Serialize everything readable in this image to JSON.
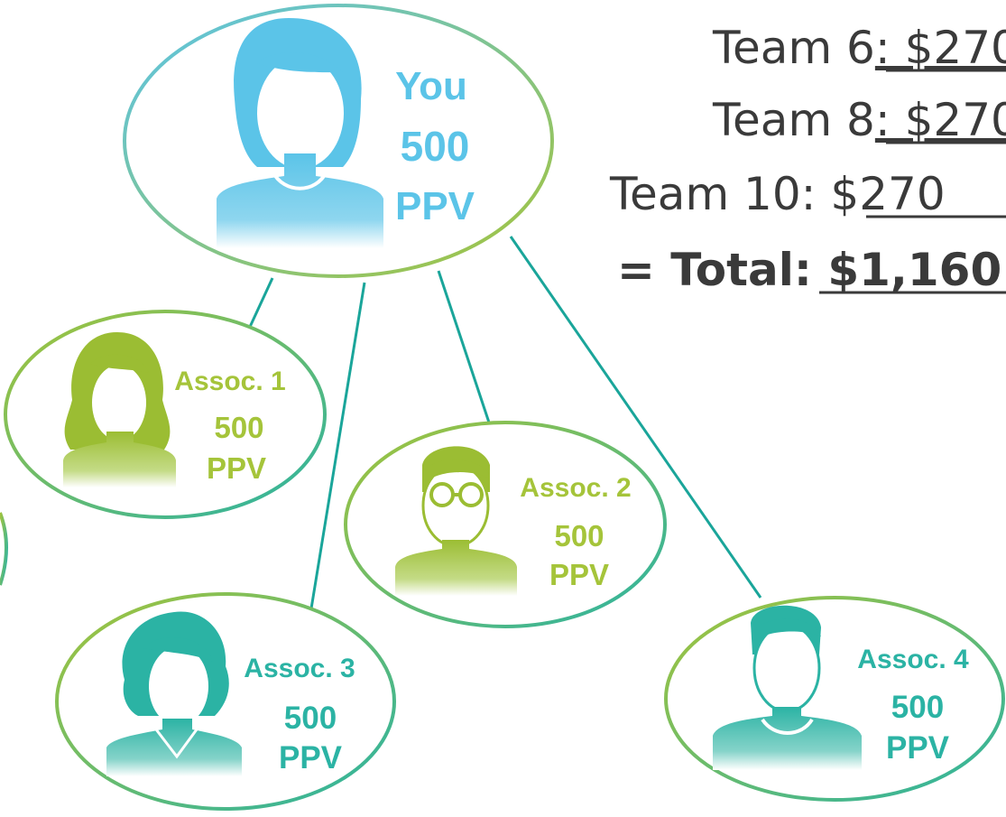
{
  "colors": {
    "you": "#5bc4e8",
    "assoc_green": "#a5c43a",
    "assoc_teal": "#2bb3a4",
    "connector": "#1aa59a",
    "ellipse_stroke_start": "#5bc4e8",
    "ellipse_stroke_end": "#a5c43a",
    "text_dark": "#3a3a3a"
  },
  "nodes": {
    "you": {
      "label": "You",
      "value": "500",
      "unit": "PPV",
      "icon": "female-avatar-icon"
    },
    "assoc1": {
      "label": "Assoc. 1",
      "value": "500",
      "unit": "PPV",
      "icon": "female-curly-avatar-icon"
    },
    "assoc2": {
      "label": "Assoc. 2",
      "value": "500",
      "unit": "PPV",
      "icon": "male-glasses-avatar-icon"
    },
    "assoc3": {
      "label": "Assoc. 3",
      "value": "500",
      "unit": "PPV",
      "icon": "female-wavy-avatar-icon"
    },
    "assoc4": {
      "label": "Assoc. 4",
      "value": "500",
      "unit": "PPV",
      "icon": "male-avatar-icon"
    }
  },
  "teams": [
    {
      "prefix": "Team 6",
      "amount": ": $270"
    },
    {
      "prefix": "Team 8",
      "amount": ": $270"
    },
    {
      "prefix": "Team 10: $",
      "amount": "270"
    }
  ],
  "total": {
    "prefix": "= Total: ",
    "amount": "$1,160.0"
  }
}
